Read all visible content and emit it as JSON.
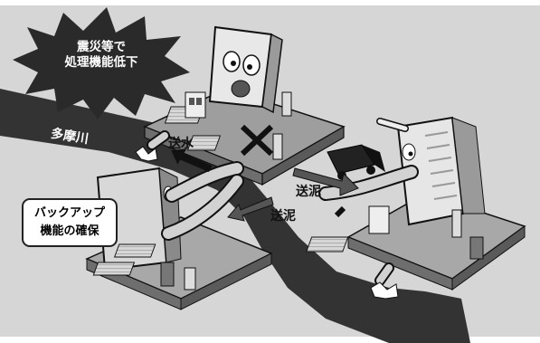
{
  "burst": {
    "line1": "震災等で",
    "line2": "処理機能低下"
  },
  "river": {
    "label": "多摩川"
  },
  "arrows": {
    "water": "送水",
    "sludge_upper": "送泥",
    "sludge_lower": "送泥"
  },
  "backup": {
    "line1": "バックアップ",
    "line2": "機能の確保"
  },
  "colors": {
    "river": "#3a3a3a",
    "ground": "#bdbdbd",
    "pipe": "#d2d2d2",
    "outline": "#1a1a1a",
    "burst": "#2a2a2a"
  }
}
